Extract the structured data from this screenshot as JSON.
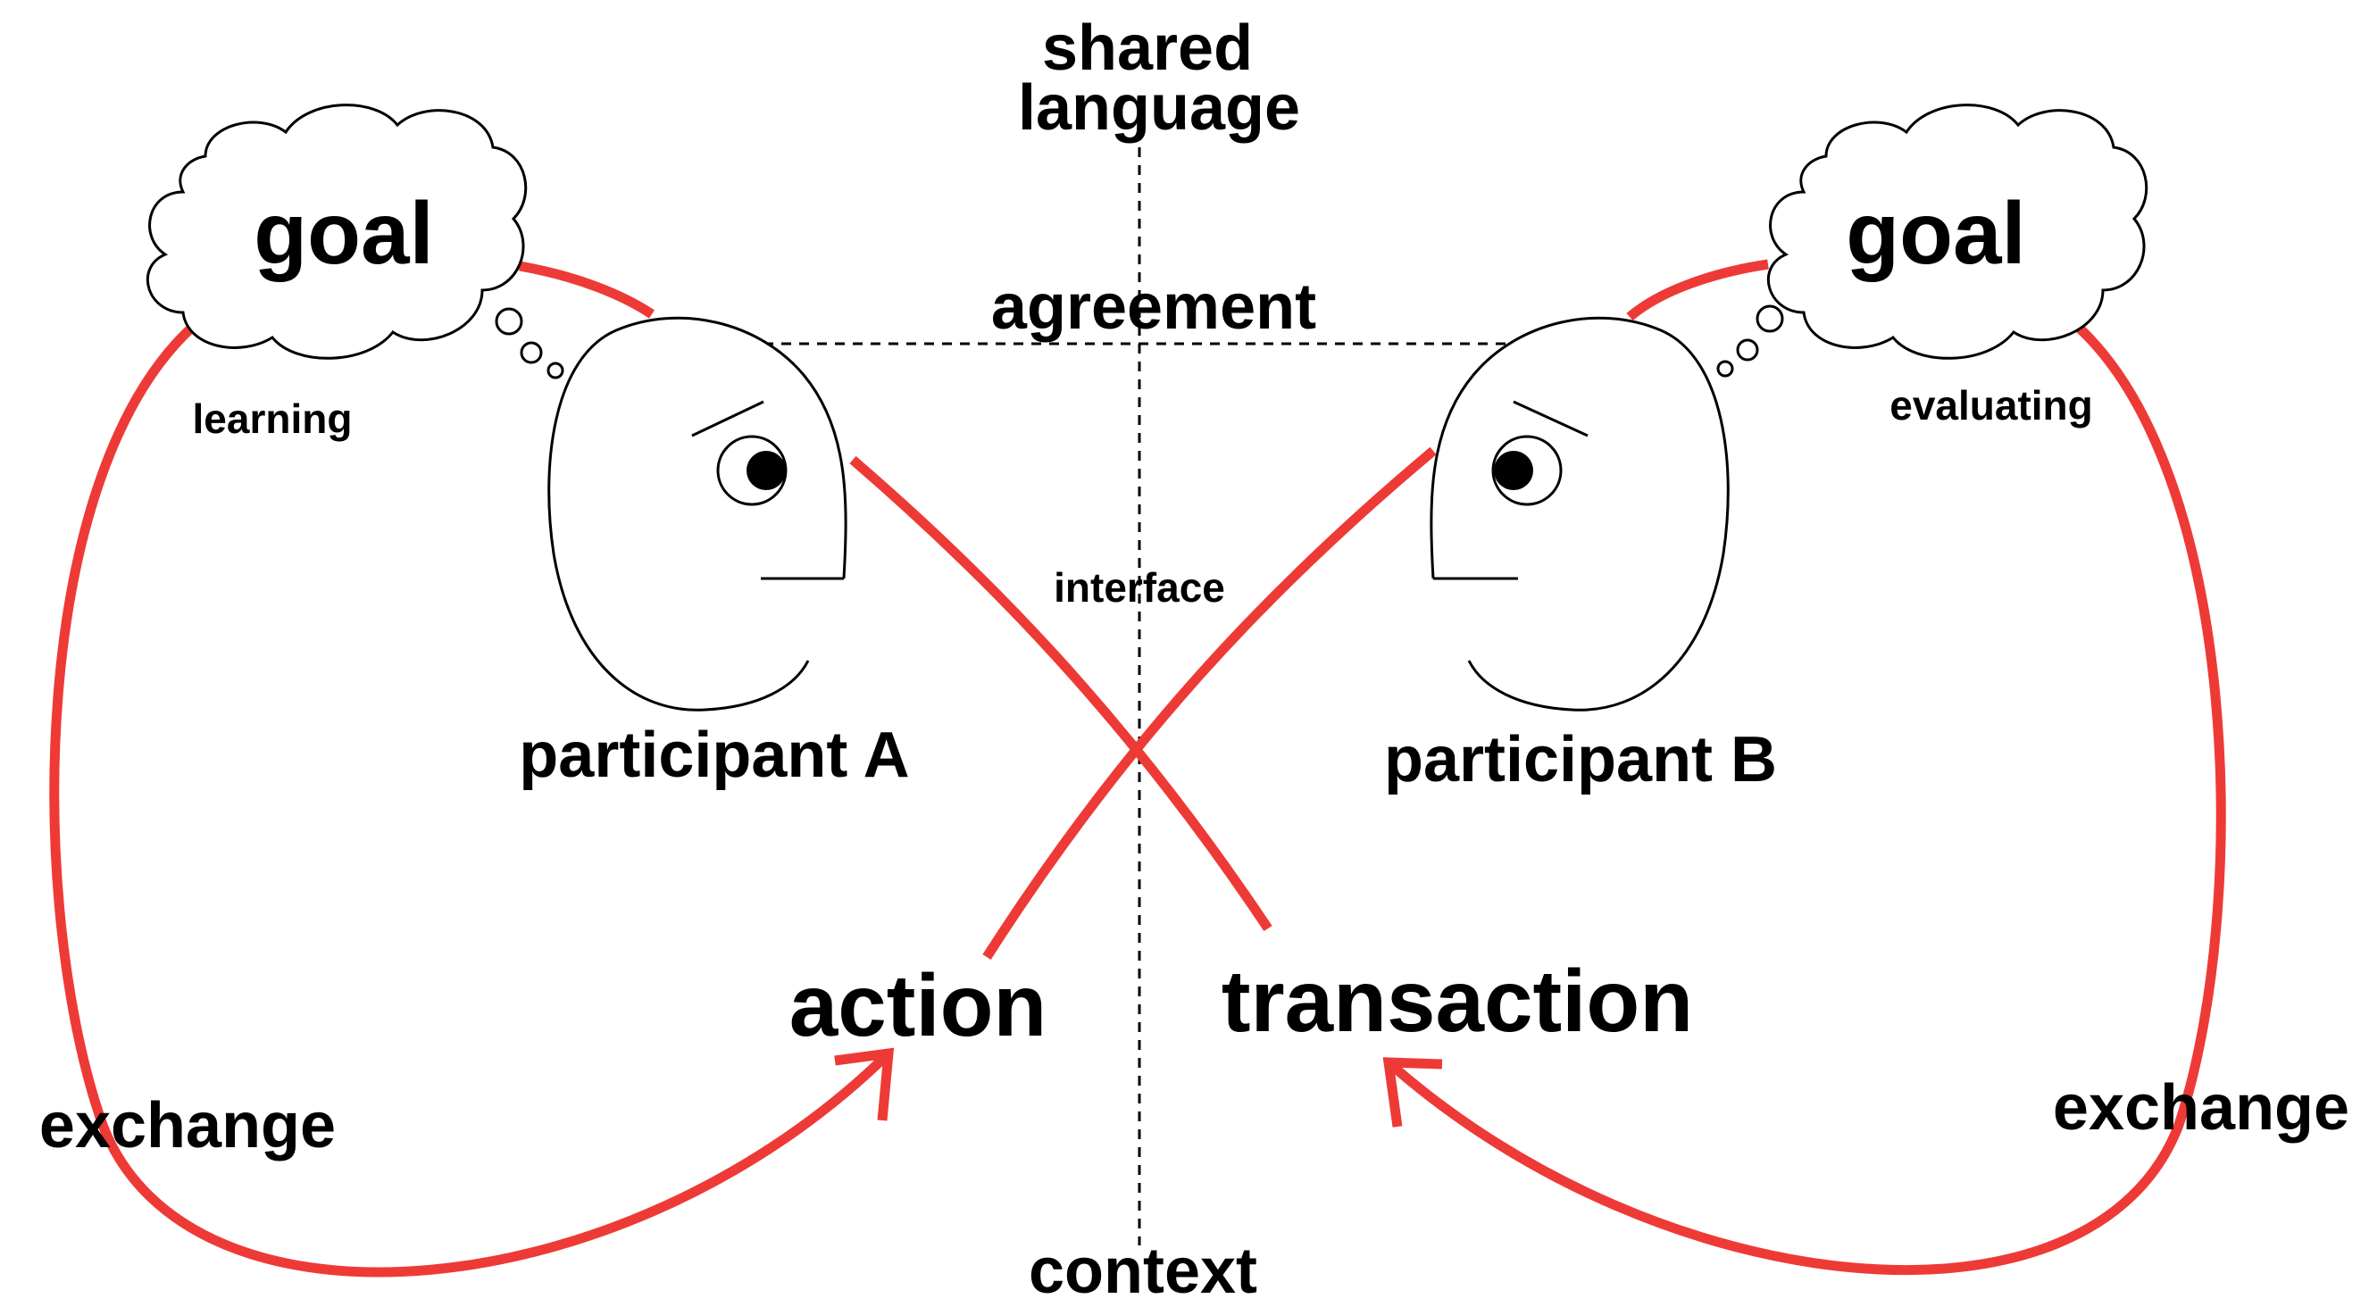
{
  "labels": {
    "shared_language_line1": "shared",
    "shared_language_line2": "language",
    "agreement": "agreement",
    "interface": "interface",
    "context": "context",
    "goal_left": "goal",
    "goal_right": "goal",
    "learning": "learning",
    "evaluating": "evaluating",
    "participant_a": "participant A",
    "participant_b": "participant B",
    "action": "action",
    "transaction": "transaction",
    "exchange_left": "exchange",
    "exchange_right": "exchange"
  },
  "colors": {
    "loop": "#ee3a36",
    "outline": "#000000",
    "background": "#ffffff"
  },
  "icons": {
    "left_thought": "thought-cloud-icon",
    "right_thought": "thought-cloud-icon",
    "left_head": "head-facing-right-icon",
    "right_head": "head-facing-left-icon"
  }
}
